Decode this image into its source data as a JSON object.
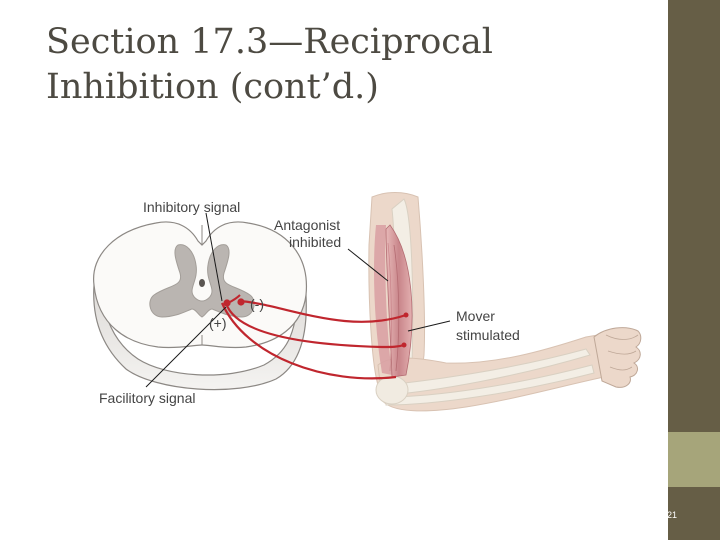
{
  "slide": {
    "title_line1": "Section 17.3—Reciprocal",
    "title_line2": "Inhibition (cont’d.)",
    "slide_number": "21"
  },
  "figure": {
    "labels": {
      "inhibitory": "Inhibitory signal",
      "antagonist_1": "Antagonist",
      "antagonist_2": "inhibited",
      "minus": "(-)",
      "plus": "(+)",
      "mover_1": "Mover",
      "mover_2": "stimulated",
      "facilitory": "Facilitory signal"
    },
    "colors": {
      "nerve": "#c0262e",
      "gray_matter": "#b9b4b0",
      "bone": "#f1ece2",
      "skin": "#ead4c4",
      "muscle": "#cc9094"
    }
  },
  "theme": {
    "sidebar_dark": "#665e46",
    "sidebar_light": "#a6a57a",
    "title_color": "#4d4a42"
  }
}
